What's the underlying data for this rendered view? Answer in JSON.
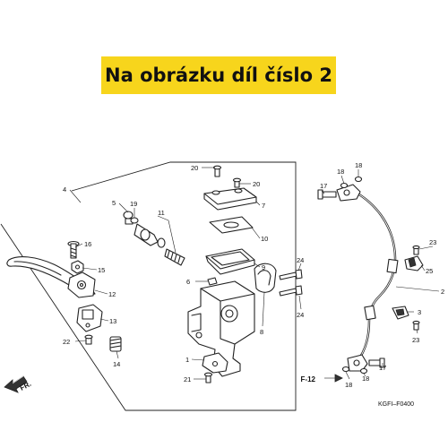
{
  "banner": {
    "text": "Na obrázku díl číslo 2",
    "color": "#f7d51c"
  },
  "labels": {
    "l1": "1",
    "l2": "2",
    "l3": "3",
    "l4": "4",
    "l5": "5",
    "l6": "6",
    "l7": "7",
    "l8": "8",
    "l9": "9",
    "l10": "10",
    "l11": "11",
    "l12": "12",
    "l13": "13",
    "l14": "14",
    "l15": "15",
    "l16": "16",
    "l17": "17",
    "l18": "18",
    "l19": "19",
    "l20": "20",
    "l21": "21",
    "l22": "22",
    "l23": "23",
    "l24": "24",
    "l25": "25"
  },
  "fr_label": "FR.",
  "ref_label": "F-12",
  "diagram_code": "KGFI–F0400"
}
